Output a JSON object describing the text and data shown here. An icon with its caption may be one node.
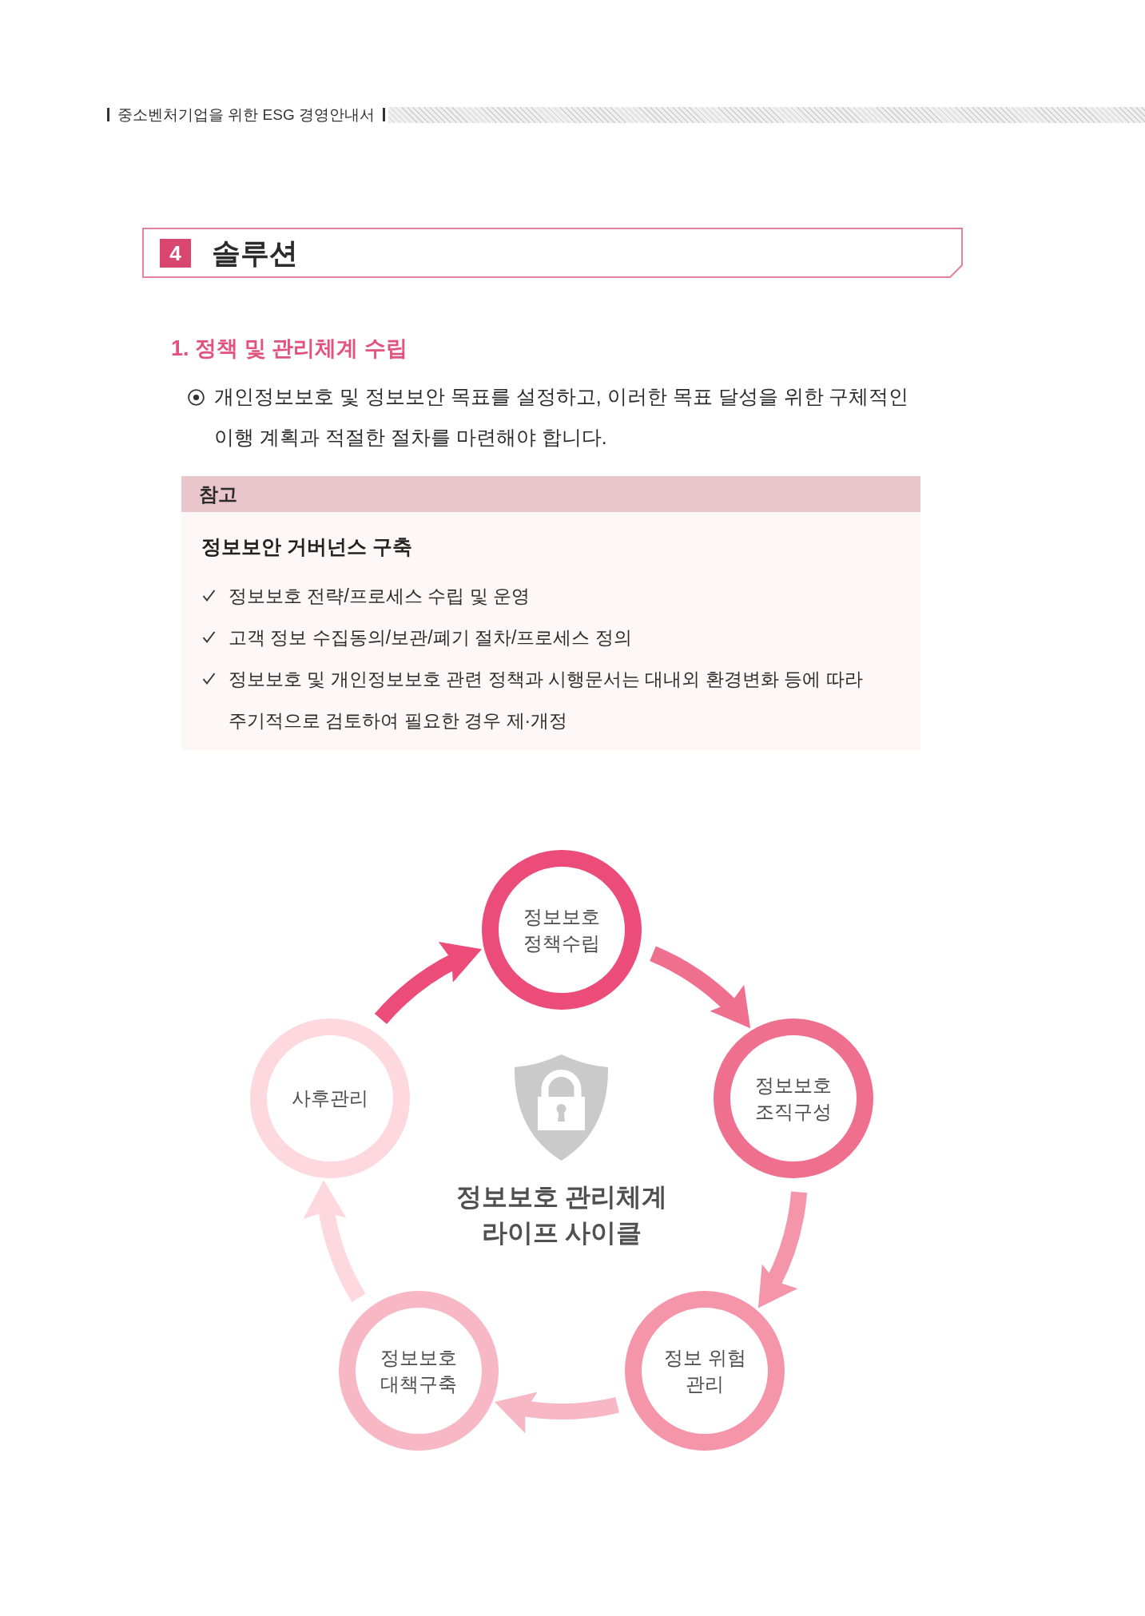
{
  "diagram": {
    "title": "정보보호 관리체계 라이프 사이클",
    "nodes": [
      {
        "text": [
          "솔루션"
        ]
      },
      {
        "text": [
          "4"
        ],
        "in": 0
      },
      {
        "text": [
          "정보보안 거버넌스 구축",
          "정보보호 전략/프로세스 수립 및 운영",
          "고객 정보 수집동의/보관/폐기 절차/프로세스 정의",
          "정보보호 및 개인정보보호 관련 정책과 시행문서는 대내외 환경변화 등에 따라 주기적으로 검토하여 필요한 경우 제·개정"
        ]
      },
      {
        "text": [
          "참고"
        ],
        "in": 2
      },
      {
        "text": [
          "정보보호 정책수립"
        ]
      },
      {
        "text": [
          "정보보호 조직구성"
        ]
      },
      {
        "text": [
          "정보 위험 관리"
        ]
      },
      {
        "text": [
          "정보보호 대책구축"
        ]
      },
      {
        "text": [
          "사후관리"
        ]
      }
    ],
    "edges": [
      {
        "from": 4,
        "to": 5,
        "arrow": "to",
        "color": "#ef6f8e"
      },
      {
        "from": 5,
        "to": 6,
        "arrow": "to",
        "color": "#f495a9"
      },
      {
        "from": 6,
        "to": 7,
        "arrow": "to",
        "color": "#f8b7c4"
      },
      {
        "from": 7,
        "to": 8,
        "arrow": "to",
        "color": "#fdd8de"
      },
      {
        "from": 8,
        "to": 4,
        "arrow": "to",
        "color": "#eb4c7a"
      }
    ],
    "labels": [
      "중소벤처기업을 위한 ESG 경영안내서",
      "1. 정책 및 관리체계 수립",
      "개인정보보호 및 정보보안 목표를 설정하고, 이러한 목표 달성을 위한 구체적인 이행 계획과 적절한 절차를 마련해야 합니다."
    ]
  }
}
